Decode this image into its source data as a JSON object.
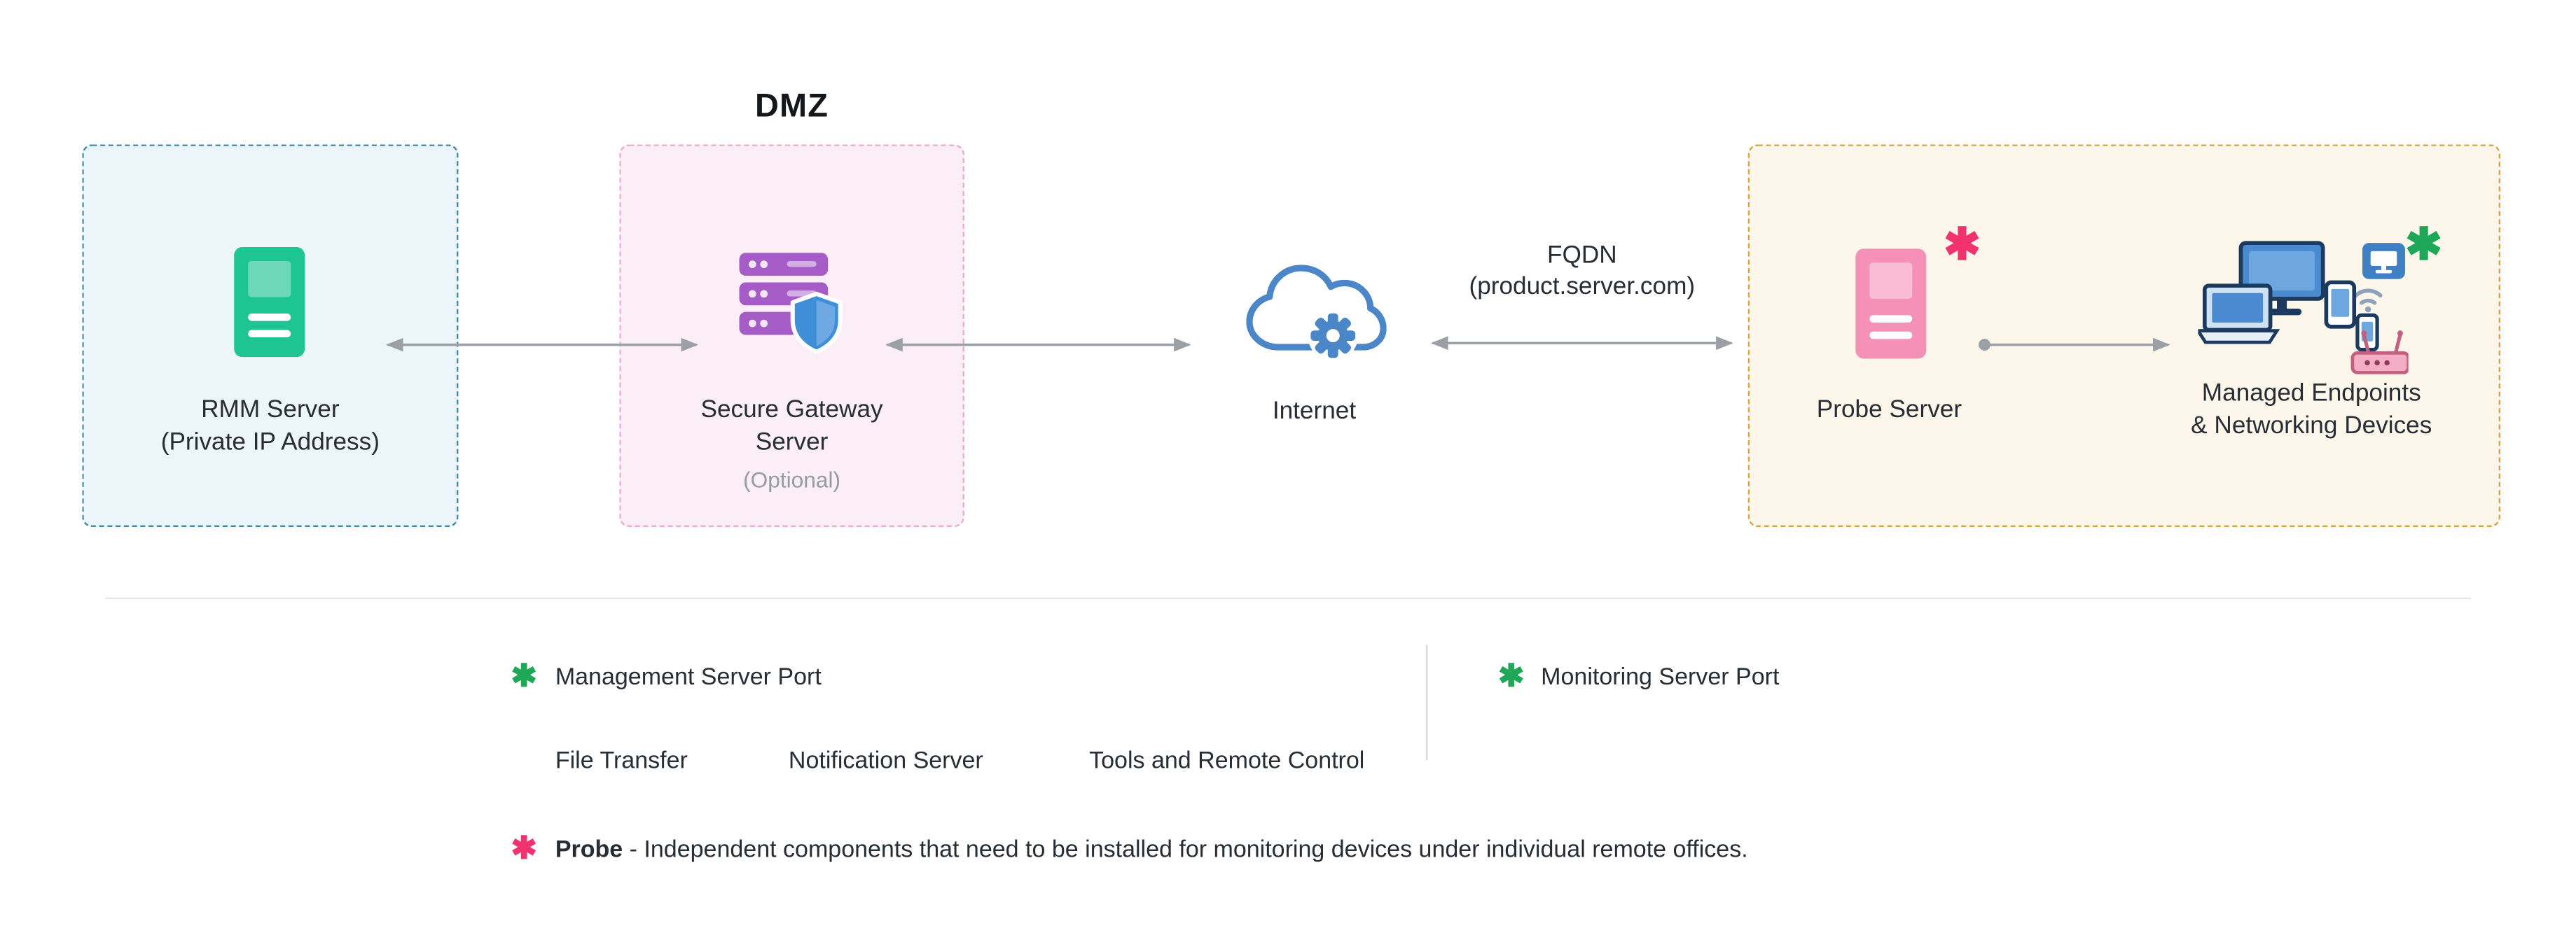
{
  "markers": {
    "asterisk": "✱"
  },
  "colors": {
    "rmm_zone_bg": "#ecf5fa",
    "rmm_zone_border": "#3d89a6",
    "dmz_zone_bg": "#fceef7",
    "dmz_zone_border": "#eaa9d6",
    "remote_zone_bg": "#fdf7eb",
    "remote_zone_border": "#d6a53f",
    "rmm_server_green": "#1ec492",
    "gateway_server_purple": "#a55cc6",
    "shield_blue": "#3f8fd8",
    "cloud_blue": "#4a86c8",
    "probe_server_pink": "#f590b6",
    "arrow_gray": "#9aa0a6",
    "asterisk_green": "#1ea757",
    "asterisk_red": "#f2326e"
  },
  "diagram": {
    "dmz_title": "DMZ",
    "rmm": {
      "lines": [
        "RMM Server",
        "(Private IP Address)"
      ]
    },
    "gateway": {
      "lines": [
        "Secure Gateway",
        "Server"
      ],
      "sublabel": "(Optional)"
    },
    "internet": {
      "label": "Internet"
    },
    "fqdn": {
      "lines": [
        "FQDN",
        "(product.server.com)"
      ]
    },
    "probe": {
      "label": "Probe Server"
    },
    "endpoints": {
      "lines": [
        "Managed Endpoints",
        "& Networking Devices"
      ]
    }
  },
  "legend": {
    "management_port": "Management Server Port",
    "sub_items": [
      "File Transfer",
      "Notification Server",
      "Tools and Remote Control"
    ],
    "monitoring_port": "Monitoring Server Port",
    "probe_note_term": "Probe",
    "probe_note_text": "- Independent components that need to be installed for monitoring devices under individual remote offices."
  }
}
